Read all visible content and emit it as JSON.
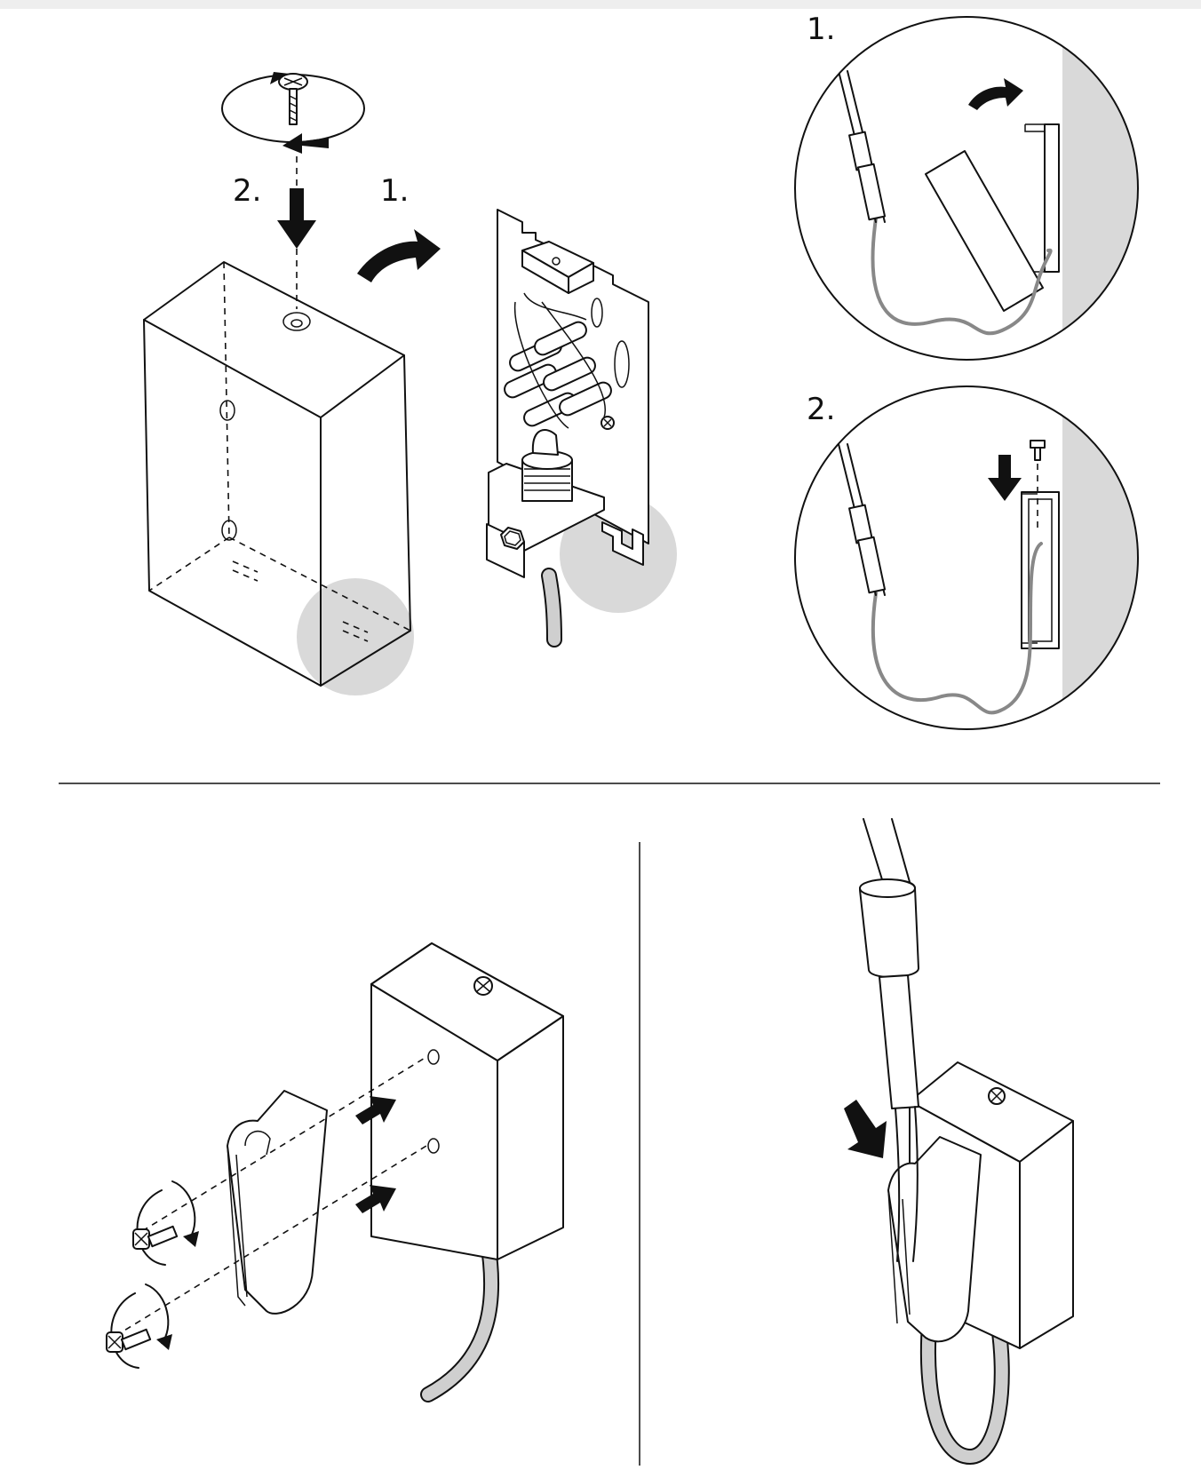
{
  "steps": {
    "main_step_1": "1.",
    "main_step_2": "2.",
    "detail_step_1": "1.",
    "detail_step_2": "2."
  },
  "icons": {
    "rotate_arrow": "rotate-arrow-icon",
    "down_arrow": "down-arrow-icon",
    "curved_arrow": "curved-arrow-icon",
    "screw": "screw-icon"
  },
  "colors": {
    "line": "#111111",
    "highlight_grey": "#d9d9d9",
    "wire_grey": "#888888",
    "cable_fill": "#cfcfcf"
  }
}
